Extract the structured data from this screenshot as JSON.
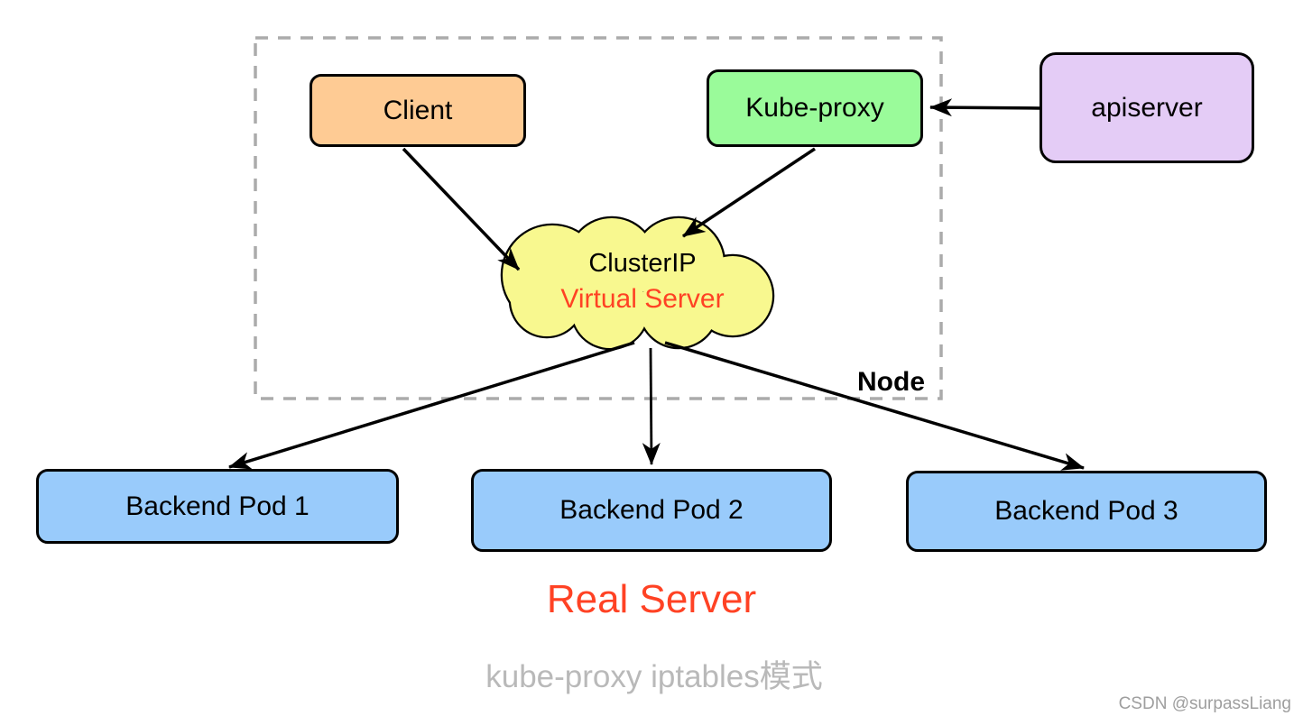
{
  "diagram": {
    "boundary_label": "Node",
    "nodes": {
      "client": {
        "label": "Client",
        "fill": "#FECB94"
      },
      "kube_proxy": {
        "label": "Kube-proxy",
        "fill": "#9AFB9A"
      },
      "apiserver": {
        "label": "apiserver",
        "fill": "#E4CCF6"
      },
      "cluster_ip": {
        "title": "ClusterIP",
        "subtitle": "Virtual Server",
        "fill": "#F8F88F",
        "subtitle_color": "#FF4224"
      },
      "backend_pods": [
        {
          "label": "Backend Pod 1"
        },
        {
          "label": "Backend Pod 2"
        },
        {
          "label": "Backend Pod 3"
        }
      ],
      "backend_pod_fill": "#99CBFB"
    },
    "edges": [
      {
        "from": "apiserver",
        "to": "kube_proxy"
      },
      {
        "from": "client",
        "to": "cluster_ip"
      },
      {
        "from": "kube_proxy",
        "to": "cluster_ip"
      },
      {
        "from": "cluster_ip",
        "to": "backend_pod_1"
      },
      {
        "from": "cluster_ip",
        "to": "backend_pod_2"
      },
      {
        "from": "cluster_ip",
        "to": "backend_pod_3"
      }
    ],
    "captions": {
      "real_server": "Real Server",
      "real_server_color": "#FF4224",
      "mode": "kube-proxy iptables模式",
      "mode_color": "#B9B9B9"
    },
    "watermark": "CSDN @surpassLiang",
    "watermark_color": "#9E9E9E"
  }
}
